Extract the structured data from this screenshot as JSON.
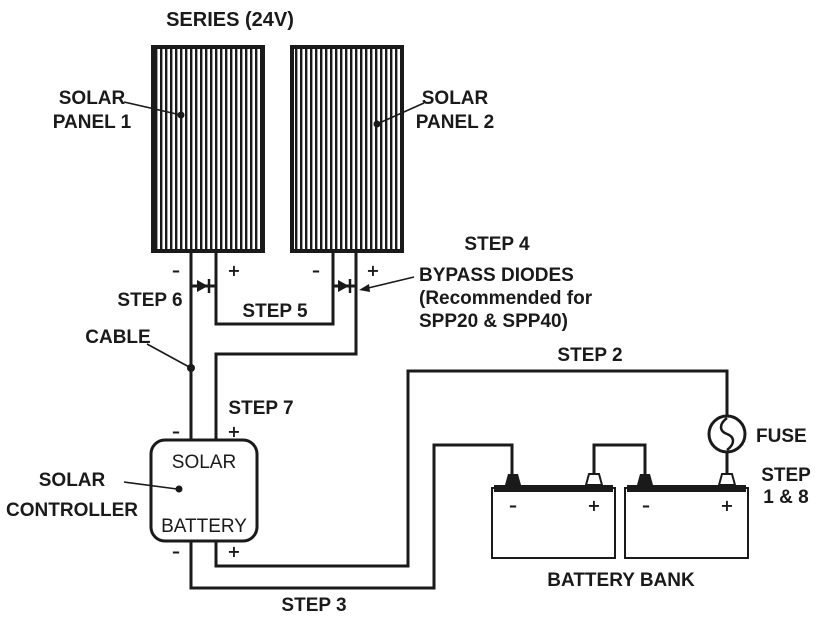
{
  "title": "SERIES (24V)",
  "panel1": {
    "label_line1": "SOLAR",
    "label_line2": "PANEL 1",
    "minus": "–",
    "plus": "+"
  },
  "panel2": {
    "label_line1": "SOLAR",
    "label_line2": "PANEL 2",
    "minus": "–",
    "plus": "+"
  },
  "step4": {
    "title": "STEP 4",
    "line1": "BYPASS DIODES",
    "line2": "(Recommended for",
    "line3": "SPP20 & SPP40)"
  },
  "step5": "STEP 5",
  "step6": "STEP 6",
  "cable": "CABLE",
  "step7": "STEP 7",
  "step2": "STEP 2",
  "step3": "STEP 3",
  "fuse": "FUSE",
  "step1_8": {
    "line1": "STEP",
    "line2": "1 & 8"
  },
  "controller": {
    "label_line1": "SOLAR",
    "label_line2": "CONTROLLER",
    "top_text": "SOLAR",
    "bottom_text": "BATTERY",
    "top_minus": "–",
    "top_plus": "+",
    "bottom_minus": "–",
    "bottom_plus": "+"
  },
  "battery1": {
    "minus": "–",
    "plus": "+"
  },
  "battery2": {
    "minus": "–",
    "plus": "+"
  },
  "battery_bank": "BATTERY BANK"
}
